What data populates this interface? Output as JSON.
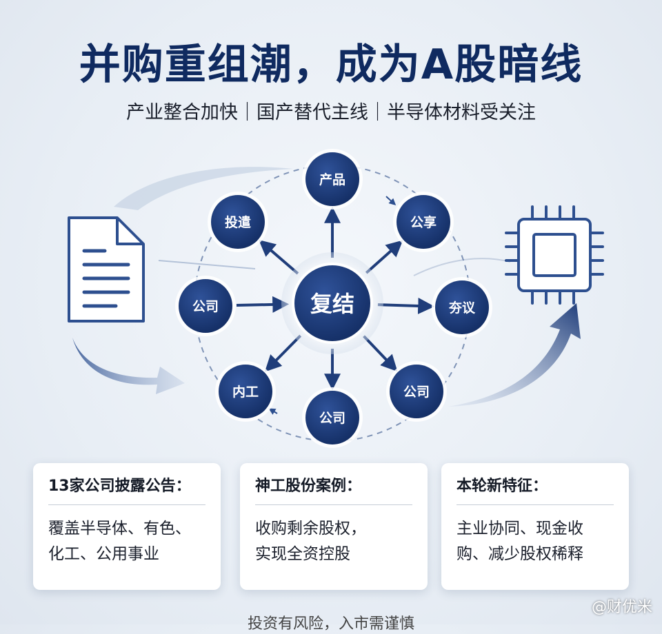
{
  "title": "并购重组潮，成为A股暗线",
  "subtitle": "产业整合加快｜国产替代主线｜半导体材料受关注",
  "diagram": {
    "center": "复结",
    "nodes": [
      "产品",
      "公享",
      "夯议",
      "公司",
      "公司",
      "内工",
      "公司",
      "投遣"
    ]
  },
  "cards": [
    {
      "title": "13家公司披露公告：",
      "body": [
        "覆盖半导体、有色、",
        "化工、公用事业"
      ]
    },
    {
      "title": "神工股份案例：",
      "body": [
        "收购剩余股权，",
        "实现全资控股"
      ]
    },
    {
      "title": "本轮新特征：",
      "body": [
        "主业协同、现金收",
        "购、减少股权稀释"
      ]
    }
  ],
  "footer_note": "投资有风险，入市需谨慎",
  "watermark": "@财优米",
  "colors": {
    "node": "#1f3d7a",
    "title": "#0f2a60",
    "arrow": "#1f3d7a"
  }
}
